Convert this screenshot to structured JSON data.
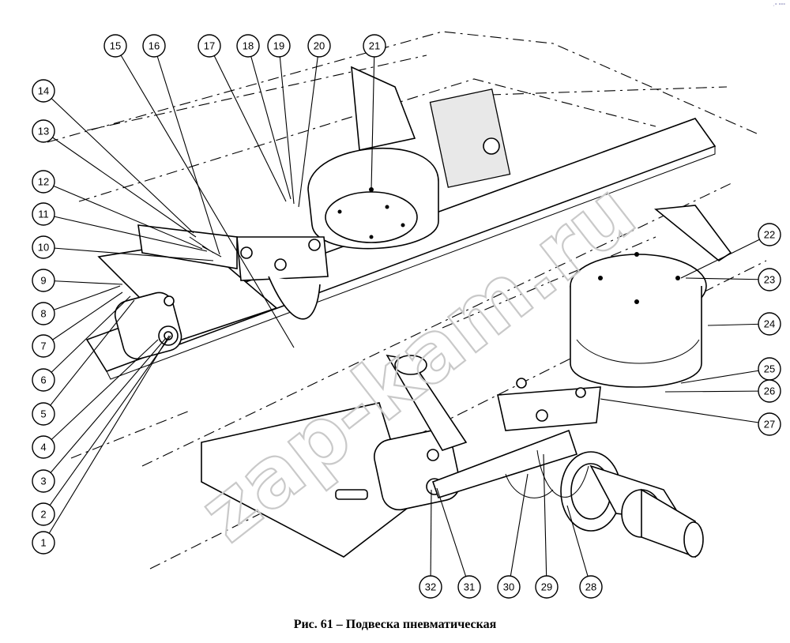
{
  "figure": {
    "caption": "Рис. 61 – Подвеска пневматическая",
    "watermark": "zap-kam.ru",
    "corner_mark": "·° °°°"
  },
  "callouts": [
    "1",
    "2",
    "3",
    "4",
    "5",
    "6",
    "7",
    "8",
    "9",
    "10",
    "11",
    "12",
    "13",
    "14",
    "15",
    "16",
    "17",
    "18",
    "19",
    "20",
    "21",
    "22",
    "23",
    "24",
    "25",
    "26",
    "27",
    "28",
    "29",
    "30",
    "31",
    "32"
  ]
}
